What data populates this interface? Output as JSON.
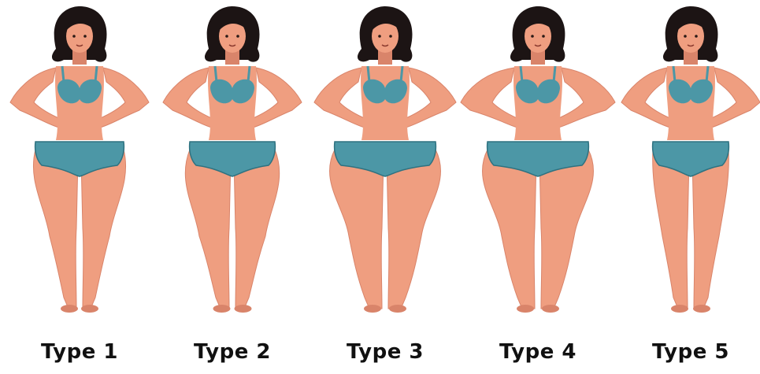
{
  "figures": [
    {
      "label": "Type 1",
      "type": 1
    },
    {
      "label": "Type 2",
      "type": 2
    },
    {
      "label": "Type 3",
      "type": 3
    },
    {
      "label": "Type 4",
      "type": 4
    },
    {
      "label": "Type 5",
      "type": 5
    }
  ],
  "colors": {
    "skin": "#ef9e80",
    "skin_shade": "#d9846a",
    "hair": "#1c1414",
    "underwear": "#4c97a6",
    "underwear_dark": "#2f7280",
    "label_text": "#111111"
  }
}
